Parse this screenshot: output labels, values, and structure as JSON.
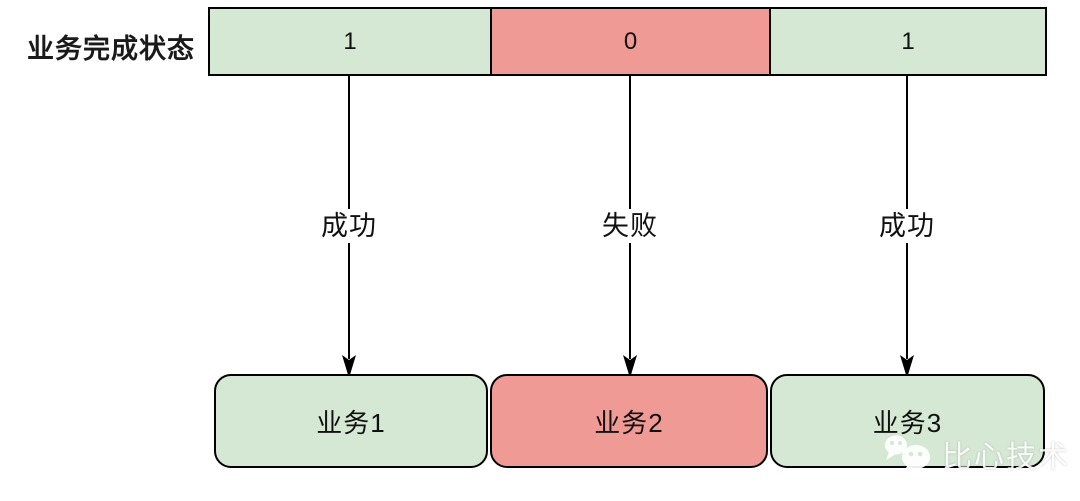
{
  "diagram": {
    "row_label": "业务完成状态",
    "status_bar": {
      "segments": [
        {
          "value": "1",
          "state": "success",
          "fill": "#d5e8d4"
        },
        {
          "value": "0",
          "state": "fail",
          "fill": "#f09a96"
        },
        {
          "value": "1",
          "state": "success",
          "fill": "#d5e8d4"
        }
      ]
    },
    "arrows": [
      {
        "label": "成功"
      },
      {
        "label": "失败"
      },
      {
        "label": "成功"
      }
    ],
    "task_boxes": [
      {
        "label": "业务1",
        "state": "success",
        "fill": "#d5e8d4"
      },
      {
        "label": "业务2",
        "state": "fail",
        "fill": "#f09a96"
      },
      {
        "label": "业务3",
        "state": "success",
        "fill": "#d5e8d4"
      }
    ]
  },
  "watermark": {
    "icon": "wechat-icon",
    "text": "比心技术"
  },
  "colors": {
    "success_fill": "#d5e8d4",
    "fail_fill": "#f09a96",
    "outline": "#000000",
    "background": "#ffffff",
    "watermark_text": "#ffffff"
  }
}
